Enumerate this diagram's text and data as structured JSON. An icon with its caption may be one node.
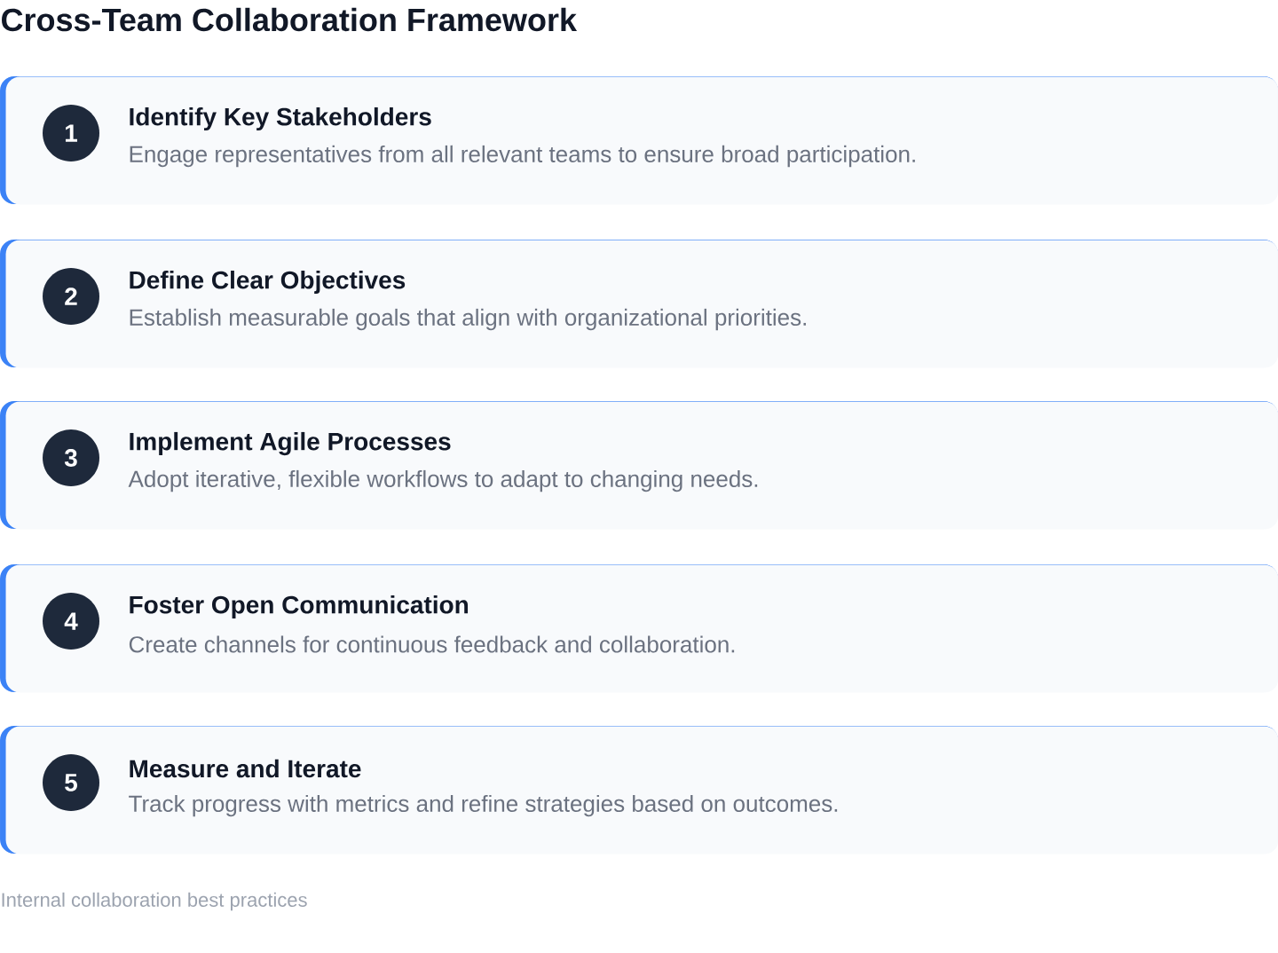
{
  "diagram": {
    "title": "Cross-Team Collaboration Framework",
    "nodes": [
      {
        "text": [
          "Identify Key Stakeholders",
          "Engage representatives from all relevant teams to ensure broad participation."
        ]
      },
      {
        "text": [
          "1"
        ],
        "in": 0
      },
      {
        "text": [
          "Define Clear Objectives",
          "Establish measurable goals that align with organizational priorities."
        ]
      },
      {
        "text": [
          "2"
        ],
        "in": 2
      },
      {
        "text": [
          "Implement Agile Processes",
          "Adopt iterative, flexible workflows to adapt to changing needs."
        ]
      },
      {
        "text": [
          "3"
        ],
        "in": 4
      },
      {
        "text": [
          "Foster Open Communication",
          "Create channels for continuous feedback and collaboration."
        ]
      },
      {
        "text": [
          "4"
        ],
        "in": 6
      },
      {
        "text": [
          "Measure and Iterate",
          "Track progress with metrics and refine strategies based on outcomes."
        ]
      },
      {
        "text": [
          "5"
        ],
        "in": 8
      }
    ],
    "caption": "Internal collaboration best practices"
  }
}
